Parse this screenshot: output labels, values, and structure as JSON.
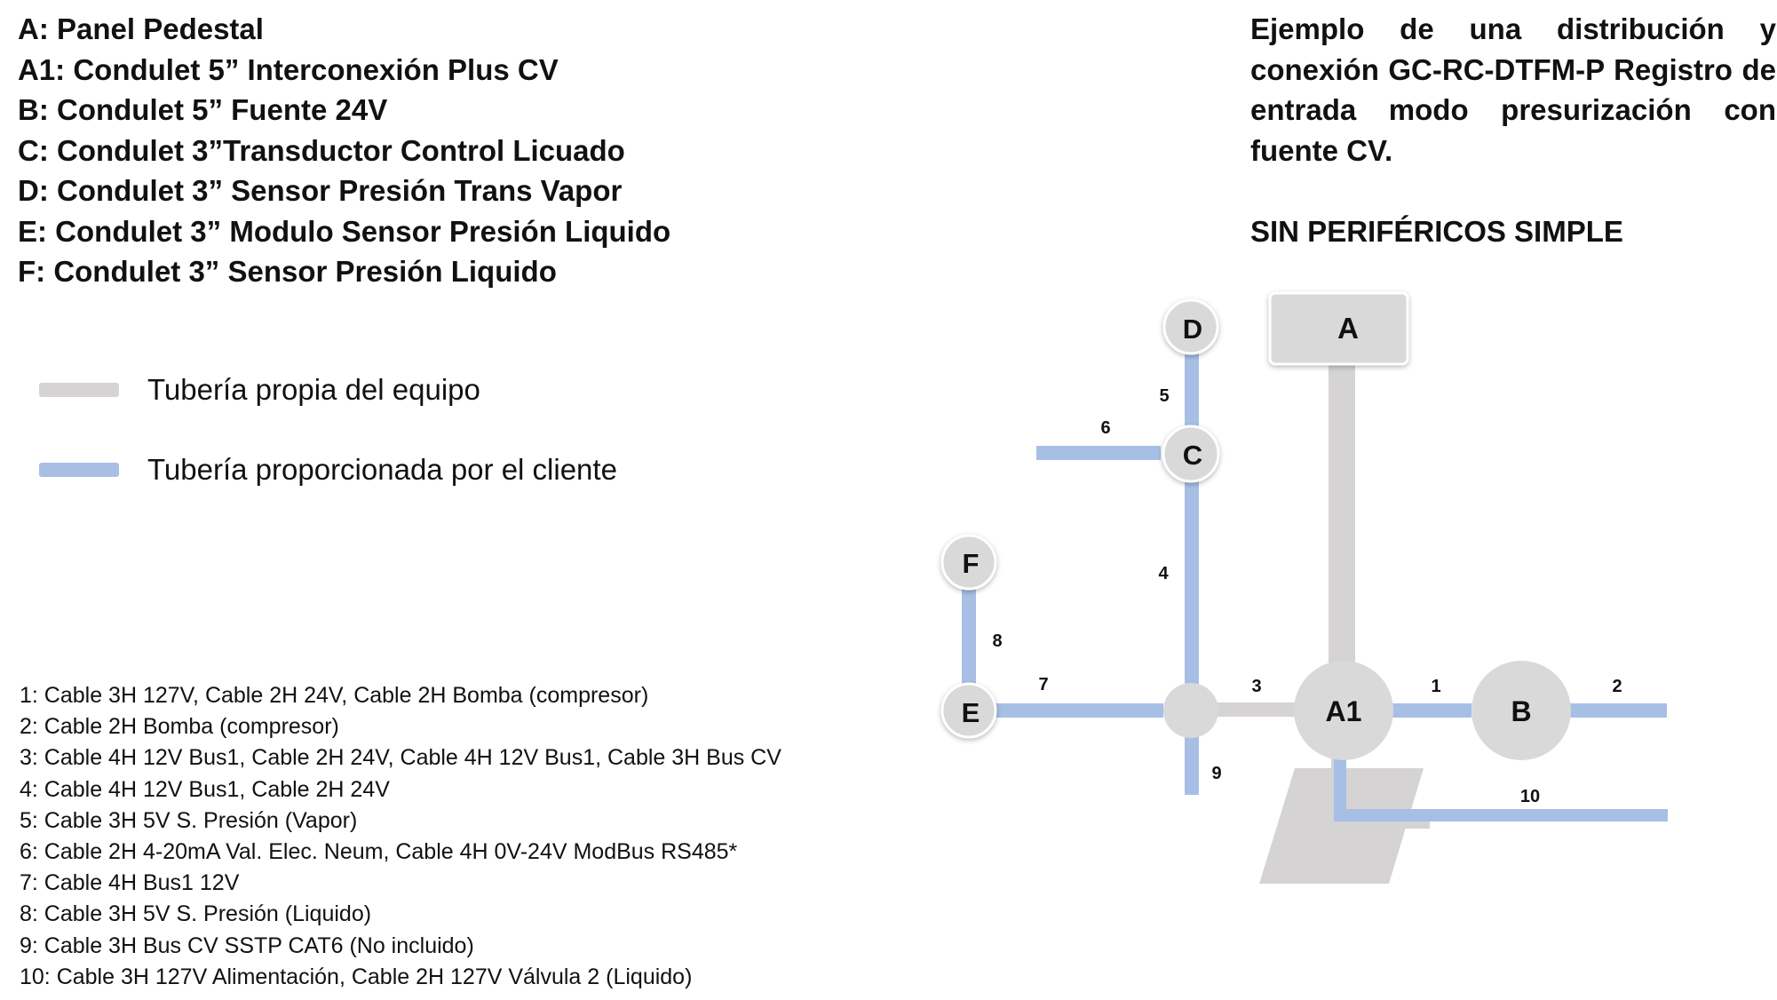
{
  "components": [
    "A: Panel Pedestal",
    "A1: Condulet 5” Interconexión Plus CV",
    "B: Condulet 5” Fuente 24V",
    "C: Condulet 3”Transductor Control Licuado",
    "D: Condulet 3” Sensor Presión Trans Vapor",
    "E: Condulet 3” Modulo Sensor Presión Liquido",
    "F: Condulet 3” Sensor Presión Liquido"
  ],
  "title": "Ejemplo de una distribución y conexión GC-RC-DTFM-P Registro de entrada modo presurización con fuente CV.",
  "subtitle": "SIN PERIFÉRICOS SIMPLE",
  "legend": {
    "equipment_pipe": "Tubería propia del equipo",
    "client_pipe": "Tubería proporcionada por el cliente"
  },
  "cables": [
    "1: Cable 3H 127V, Cable 2H 24V, Cable 2H Bomba (compresor)",
    "2: Cable 2H Bomba (compresor)",
    "3: Cable 4H 12V Bus1, Cable 2H 24V, Cable 4H 12V Bus1, Cable 3H Bus CV",
    "4: Cable 4H 12V Bus1, Cable 2H 24V",
    "5: Cable 3H 5V S. Presión (Vapor)",
    "6: Cable 2H 4-20mA Val. Elec. Neum, Cable 4H 0V-24V ModBus RS485*",
    "7: Cable 4H Bus1 12V",
    "8: Cable 3H 5V S. Presión (Liquido)",
    "9: Cable 3H Bus CV SSTP CAT6 (No incluido)",
    "10: Cable 3H 127V Alimentación, Cable 2H 127V Válvula 2 (Liquido)"
  ],
  "diagram": {
    "nodes": {
      "A": "A",
      "A1": "A1",
      "B": "B",
      "C": "C",
      "D": "D",
      "E": "E",
      "F": "F"
    },
    "pipe_labels": {
      "p1": "1",
      "p2": "2",
      "p3": "3",
      "p4": "4",
      "p5": "5",
      "p6": "6",
      "p7": "7",
      "p8": "8",
      "p9": "9",
      "p10": "10"
    }
  },
  "colors": {
    "equipment_pipe": "#d5d3d3",
    "client_pipe": "#a7bfe4",
    "node_fill": "#d9d9d9"
  }
}
